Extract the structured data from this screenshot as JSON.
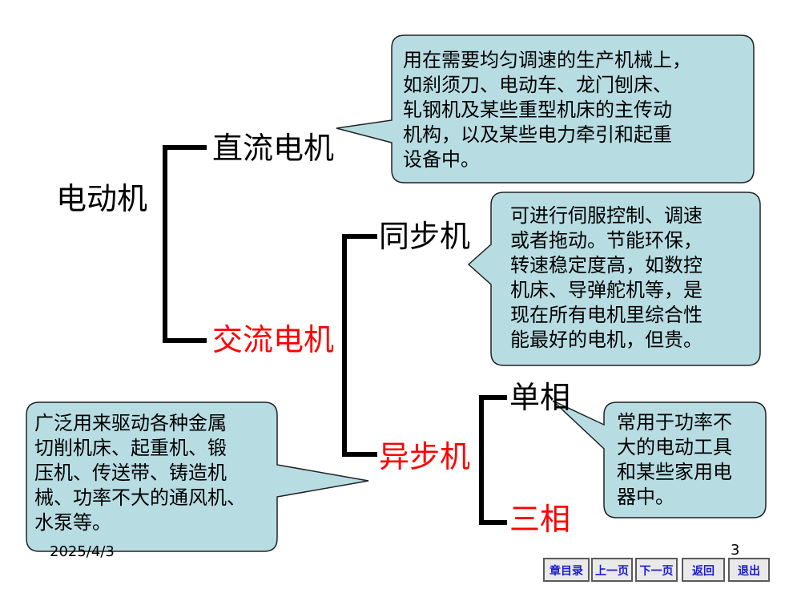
{
  "diagram": {
    "root": "电动机",
    "dc_motor": "直流电机",
    "ac_motor": "交流电机",
    "sync_motor": "同步机",
    "async_motor": "异步机",
    "single_phase": "单相",
    "three_phase": "三相"
  },
  "callouts": {
    "dc": [
      "用在需要均匀调速的生产机械上，",
      "如刹须刀、电动车、龙门刨床、",
      "轧钢机及某些重型机床的主传动",
      "机构，以及某些电力牵引和起重",
      "设备中。"
    ],
    "sync": [
      "可进行伺服控制、调速",
      "或者拖动。节能环保，",
      "转速稳定度高，如数控",
      "机床、导弹舵机等，是",
      "现在所有电机里综合性",
      "能最好的电机，但贵。"
    ],
    "async": [
      "广泛用来驱动各种金属",
      "切削机床、起重机、锻",
      "压机、传送带、铸造机",
      "械、功率不大的通风机、",
      "水泵等。"
    ],
    "single": [
      "常用于功率不",
      "大的电动工具",
      "和某些家用电",
      "器中。"
    ]
  },
  "footer": {
    "date": "2025/4/3",
    "page": "3"
  },
  "nav": {
    "toc": "章目录",
    "prev": "上一页",
    "next": "下一页",
    "back": "返回",
    "exit": "退出"
  },
  "colors": {
    "callout_fill": "#b7dde3",
    "highlight_red": "#ff0000",
    "nav_text": "#1a1acd"
  }
}
